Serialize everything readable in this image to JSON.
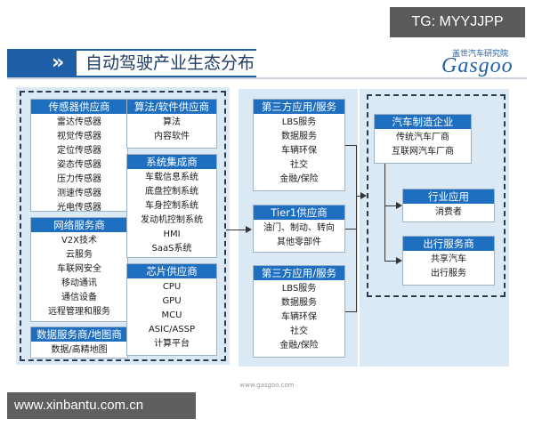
{
  "watermark_top": "TG: MYYJJPP",
  "watermark_bottom": "www.xinbantu.com.cn",
  "title": "自动驾驶产业生态分布",
  "logo": {
    "small": "盖世汽车研究院",
    "name": "Gasgoo"
  },
  "footer": "www.gasgoo.com",
  "left_col1": [
    {
      "header": "传感器供应商",
      "items": [
        "雷达传感器",
        "视觉传感器",
        "定位传感器",
        "姿态传感器",
        "压力传感器",
        "测速传感器",
        "光电传感器"
      ]
    },
    {
      "header": "网络服务商",
      "items": [
        "V2X技术",
        "云服务",
        "车联网安全",
        "移动通讯",
        "通信设备",
        "远程管理和服务"
      ]
    },
    {
      "header": "数据服务商/地图商",
      "items": [
        "数据/高精地图"
      ]
    }
  ],
  "left_col2": [
    {
      "header": "算法/软件供应商",
      "items": [
        "算法",
        "内容软件"
      ]
    },
    {
      "header": "系统集成商",
      "items": [
        "车载信息系统",
        "底盘控制系统",
        "车身控制系统",
        "发动机控制系统",
        "HMI",
        "SaaS系统"
      ]
    },
    {
      "header": "芯片供应商",
      "items": [
        "CPU",
        "GPU",
        "MCU",
        "ASIC/ASSP",
        "计算平台"
      ]
    }
  ],
  "middle": [
    {
      "header": "第三方应用/服务",
      "items": [
        "LBS服务",
        "数据服务",
        "车辆环保",
        "社交",
        "金融/保险"
      ]
    },
    {
      "header": "Tier1供应商",
      "items": [
        "油门、制动、转向",
        "其他零部件"
      ]
    },
    {
      "header": "第三方应用/服务",
      "items": [
        "LBS服务",
        "数据服务",
        "车辆环保",
        "社交",
        "金融/保险"
      ]
    }
  ],
  "right": [
    {
      "header": "汽车制造企业",
      "items": [
        "传统汽车厂商",
        "互联网汽车厂商"
      ]
    },
    {
      "header": "行业应用",
      "items": [
        "消费者"
      ]
    },
    {
      "header": "出行服务商",
      "items": [
        "共享汽车",
        "出行服务"
      ]
    }
  ]
}
